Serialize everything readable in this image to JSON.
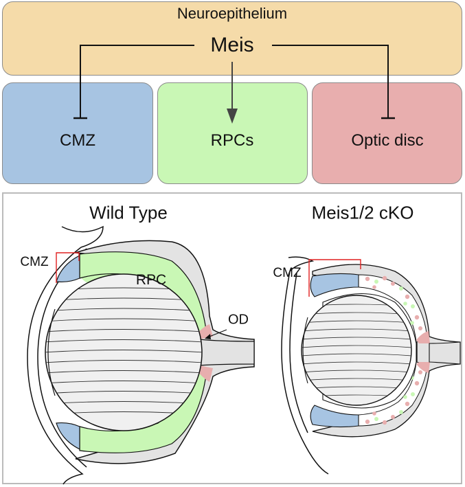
{
  "top": {
    "title": "Neuroepithelium",
    "gene": "Meis",
    "targets": [
      {
        "name": "CMZ",
        "effect": "inhibit",
        "color": "#a7c4e2"
      },
      {
        "name": "RPCs",
        "effect": "activate",
        "color": "#c9f7b5"
      },
      {
        "name": "Optic disc",
        "effect": "inhibit",
        "color": "#e8aeae"
      }
    ],
    "neuro_color": "#f5dba9"
  },
  "bottom": {
    "wild_type": {
      "title": "Wild Type",
      "cmz_label": "CMZ",
      "rpc_label": "RPC",
      "od_label": "OD"
    },
    "mutant": {
      "title": "Meis1/2 cKO",
      "cmz_label": "CMZ"
    }
  }
}
